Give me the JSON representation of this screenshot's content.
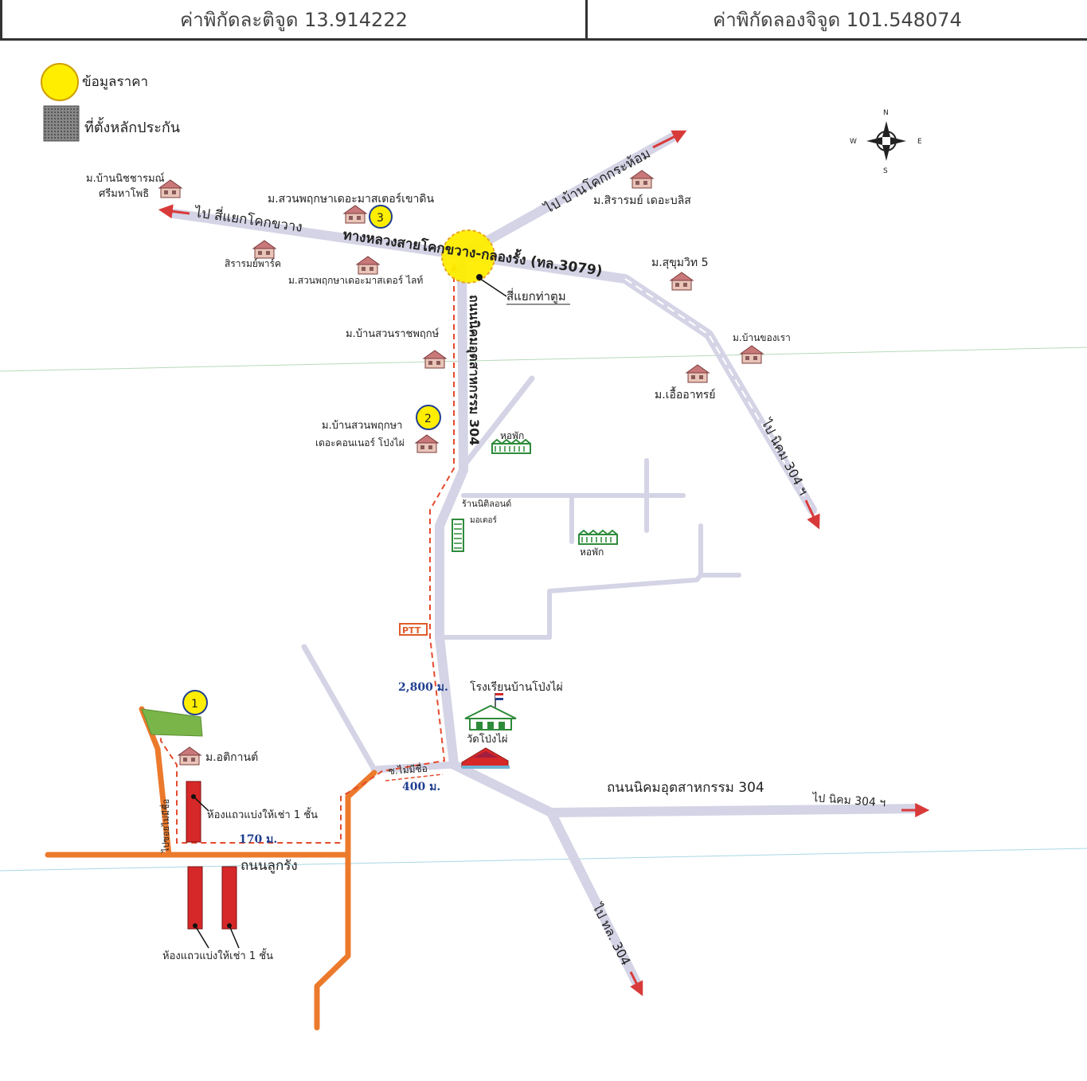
{
  "header": {
    "latitude": "ค่าพิกัดละติจูด 13.914222",
    "longitude": "ค่าพิกัดลองจิจูด 101.548074"
  },
  "legend": {
    "price_data": "ข้อมูลราคา",
    "collateral_location": "ที่ตั้งหลักประกัน"
  },
  "compass": {
    "n": "N",
    "s": "S",
    "e": "E",
    "w": "W"
  },
  "roads": {
    "highway_3079": "ทางหลวงสายโคกขวาง-กลองรั้ง (ทล.3079)",
    "to_kok_khwang": "ไป สี่แยกโคกขวาง",
    "to_ban_kok": "ไป บ้านโคกกระห้อม",
    "to_nikom_304_ne": "ไป นิคม 304 ฯ",
    "nikom_road_304_v": "ถนนนิคมอุตสาหกรรม 304",
    "nikom_road_304_h": "ถนนนิคมอุตสาหกรรม 304",
    "to_nikom_304_e": "ไป นิคม 304 ฯ",
    "to_route_304": "ไป ทล. 304",
    "luk_rang": "ถนนลูกรัง",
    "soi_no_name": "ซ.ไม่มีชื่อ",
    "to_no_name": "ไปซอยไม่มีชื่อ"
  },
  "places": {
    "four_way_tha_tum": "สี่แยกท่าตูม",
    "ban_nitcharam": "ม.บ้านนิชชารมณ์",
    "sri_maha_pho": "ศรีมหาโพธิ",
    "suan_phruksa_master_khao": "ม.สวนพฤกษาเดอะมาสเตอร์เขาดิน",
    "sirarom_park": "สิรารมย์พาร์ค",
    "suan_phruksa_master_light": "ม.สวนพฤกษาเดอะมาสเตอร์ ไลท์",
    "sirarom_bliss": "ม.สิรารมย์ เดอะบลิส",
    "sukhumvit5": "ม.สุขุมวิท 5",
    "ban_suan_ratchaphruek": "ม.บ้านสวนราชพฤกษ์",
    "ban_khong_ra": "ม.บ้านของเรา",
    "uea_athon": "ม.เอื้ออาทรย์",
    "ban_suan_phruksa_condo_1": "ม.บ้านสวนพฤกษา",
    "ban_suan_phruksa_condo_2": "เดอะคอนเนอร์ โป่งไผ่",
    "dorm1": "หอพัก",
    "dorm2": "หอพัก",
    "shop": "ร้านนิติลอนด์",
    "shop2": "มอเตอร์",
    "dorm3": "หอพัก",
    "ptt": "PTT",
    "school": "โรงเรียนบ้านโป่งไผ่",
    "temple": "วัดโป่งไผ่",
    "ma_atikan": "ม.อติกานต์",
    "rooms_top": "ห้องแถวแบ่งให้เช่า 1 ชั้น",
    "rooms_bottom": "ห้องแถวแบ่งให้เช่า 1 ชั้น"
  },
  "markers": [
    "1",
    "2",
    "3"
  ],
  "distances": {
    "d2800": "2,800 ม.",
    "d400": "400 ม.",
    "d170": "170 ม."
  },
  "colors": {
    "road": "#d4d4e6",
    "arrow": "#d83a3a",
    "route": "#e44b2e",
    "orange_road": "#ec7a2c",
    "marker": "#ffee00",
    "rooms": "#d62828",
    "plot": "#79b548"
  }
}
